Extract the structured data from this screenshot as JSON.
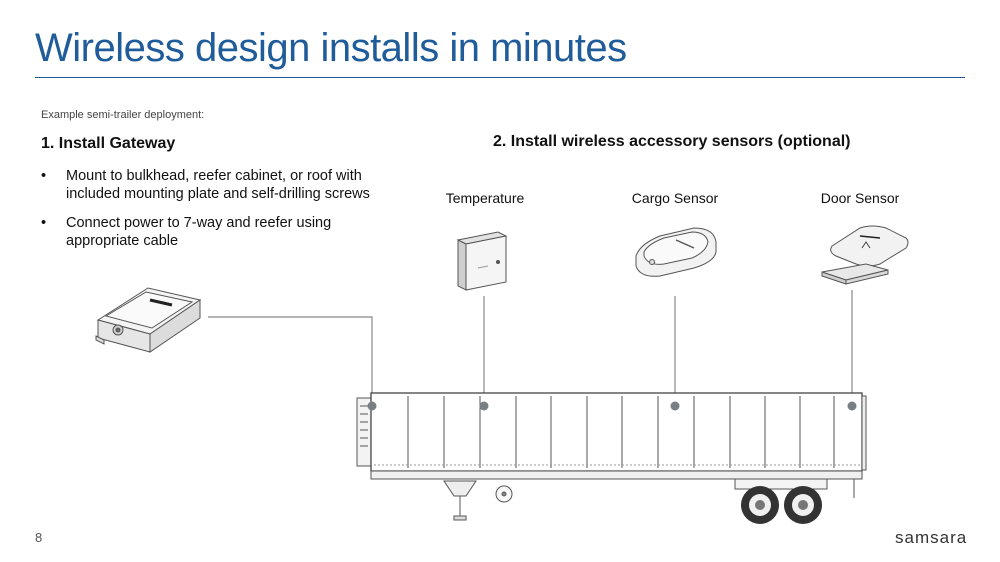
{
  "slide": {
    "title": "Wireless design installs in minutes",
    "subtitle": "Example semi-trailer deployment:",
    "page_number": "8",
    "logo_text": "samsara"
  },
  "step1": {
    "heading": "1. Install Gateway",
    "bullets": [
      "Mount to bulkhead, reefer cabinet, or roof with included mounting plate and self-drilling screws",
      "Connect power to 7-way and reefer using appropriate cable"
    ],
    "bullet_glyph": "•"
  },
  "step2": {
    "heading": "2. Install wireless accessory sensors (optional)",
    "sensors": [
      {
        "label": "Temperature",
        "icon": "temperature-sensor-icon"
      },
      {
        "label": "Cargo Sensor",
        "icon": "cargo-sensor-icon"
      },
      {
        "label": "Door Sensor",
        "icon": "door-sensor-icon"
      }
    ]
  },
  "illustration": {
    "gateway_icon": "gateway-device-icon",
    "trailer_icon": "semi-trailer-icon",
    "marker_color": "#7a7f85",
    "accent_color": "#1f5c99"
  }
}
